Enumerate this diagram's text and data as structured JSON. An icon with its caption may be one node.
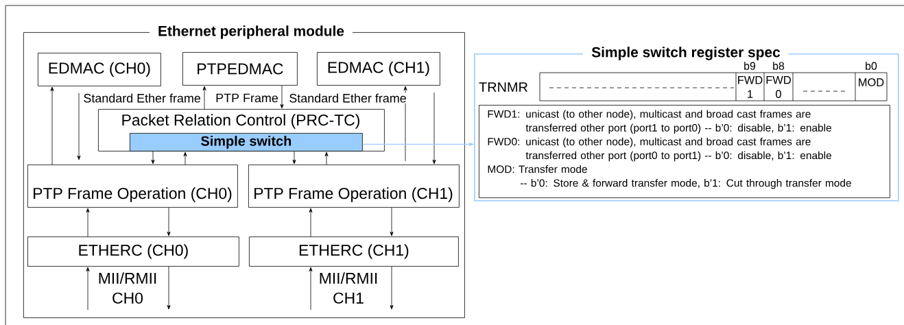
{
  "diagram": {
    "nodes": [
      {
        "text": [
          "Ethernet peripheral module"
        ]
      },
      {
        "text": [
          "EDMAC (CH0)"
        ],
        "in": 0
      },
      {
        "text": [
          "PTPEDMAC"
        ],
        "in": 0
      },
      {
        "text": [
          "EDMAC (CH1)"
        ],
        "in": 0
      },
      {
        "text": [
          "Packet Relation Control (PRC-TC)"
        ],
        "in": 0
      },
      {
        "text": [
          "Simple switch"
        ],
        "in": 4
      },
      {
        "text": [
          "PTP Frame Operation (CH0)"
        ],
        "in": 0
      },
      {
        "text": [
          "PTP Frame Operation (CH1)"
        ],
        "in": 0
      },
      {
        "text": [
          "ETHERC (CH0)"
        ],
        "in": 0
      },
      {
        "text": [
          "ETHERC (CH1)"
        ],
        "in": 0
      },
      {
        "text": [
          "Simple switch register spec"
        ]
      },
      {
        "text": [
          "FWD1: unicast (to other node), multicast and broad cast frames are transferred other port (port1 to port0) -- b’0: disable, b’1: enable",
          "FWD0: unicast (to other node), multicast and broad cast frames are transferred other port (port0 to port1) -- b’0: disable, b’1: enable",
          "MOD: Transfer mode",
          "-- b’0: Store & forward transfer mode, b’1: Cut through transfer mode"
        ],
        "in": 10
      }
    ],
    "edges": [
      {
        "from": 6,
        "to": 1,
        "arrow": "to"
      },
      {
        "from": 1,
        "to": 6,
        "arrow": "to",
        "label": "Standard Ether frame"
      },
      {
        "from": 4,
        "to": 2,
        "arrow": "to"
      },
      {
        "from": 2,
        "to": 4,
        "arrow": "to",
        "label": "PTP Frame"
      },
      {
        "from": 7,
        "to": 3,
        "arrow": "to",
        "label": "Standard Ether frame"
      },
      {
        "from": 3,
        "to": 7,
        "arrow": "to"
      },
      {
        "from": 5,
        "to": 6,
        "arrow": "to"
      },
      {
        "from": 6,
        "to": 5,
        "arrow": "to"
      },
      {
        "from": 5,
        "to": 7,
        "arrow": "to"
      },
      {
        "from": 7,
        "to": 5,
        "arrow": "to"
      },
      {
        "from": 8,
        "to": 6,
        "arrow": "to"
      },
      {
        "from": 6,
        "to": 8,
        "arrow": "to"
      },
      {
        "from": 9,
        "to": 7,
        "arrow": "to"
      },
      {
        "from": 7,
        "to": 9,
        "arrow": "to"
      },
      {
        "from": null,
        "to": 8,
        "arrow": "to",
        "label": "MII/RMII CH0"
      },
      {
        "from": 8,
        "to": null,
        "arrow": "to"
      },
      {
        "from": null,
        "to": 9,
        "arrow": "to",
        "label": "MII/RMII CH1"
      },
      {
        "from": 9,
        "to": null,
        "arrow": "to"
      },
      {
        "from": 5,
        "to": 10,
        "arrow": "to",
        "color": "#99ccff"
      }
    ],
    "labels": [
      "b9",
      "b8",
      "b0",
      "TRNMR",
      "FWD 1",
      "FWD 0",
      "MOD"
    ]
  }
}
